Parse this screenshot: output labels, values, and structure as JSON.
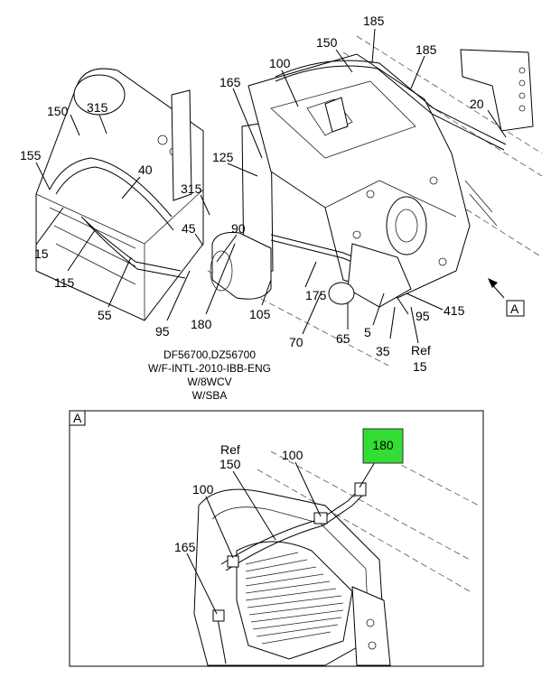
{
  "callouts": {
    "c185a": "185",
    "c185b": "185",
    "c150a": "150",
    "c100a": "100",
    "c165a": "165",
    "c315a": "315",
    "c150b": "150",
    "c20": "20",
    "c155": "155",
    "c40": "40",
    "c125": "125",
    "c315b": "315",
    "c45": "45",
    "c90": "90",
    "c15": "15",
    "c115": "115",
    "c55": "55",
    "c95a": "95",
    "c180": "180",
    "c105": "105",
    "c175": "175",
    "c70": "70",
    "c65": "65",
    "c5": "5",
    "c35": "35",
    "c95b": "95",
    "c415": "415",
    "cRef": "Ref",
    "cRef15": "15",
    "cA": "A"
  },
  "caption": {
    "line1": "DF56700,DZ56700",
    "line2": "W/F-INTL-2010-IBB-ENG",
    "line3": "W/8WCV",
    "line4": "W/SBA"
  },
  "detail": {
    "label": "A",
    "ref": "Ref",
    "c150": "150",
    "c100a": "100",
    "c100b": "100",
    "c165": "165",
    "highlight": "180",
    "highlight_color": "#33dd33"
  }
}
